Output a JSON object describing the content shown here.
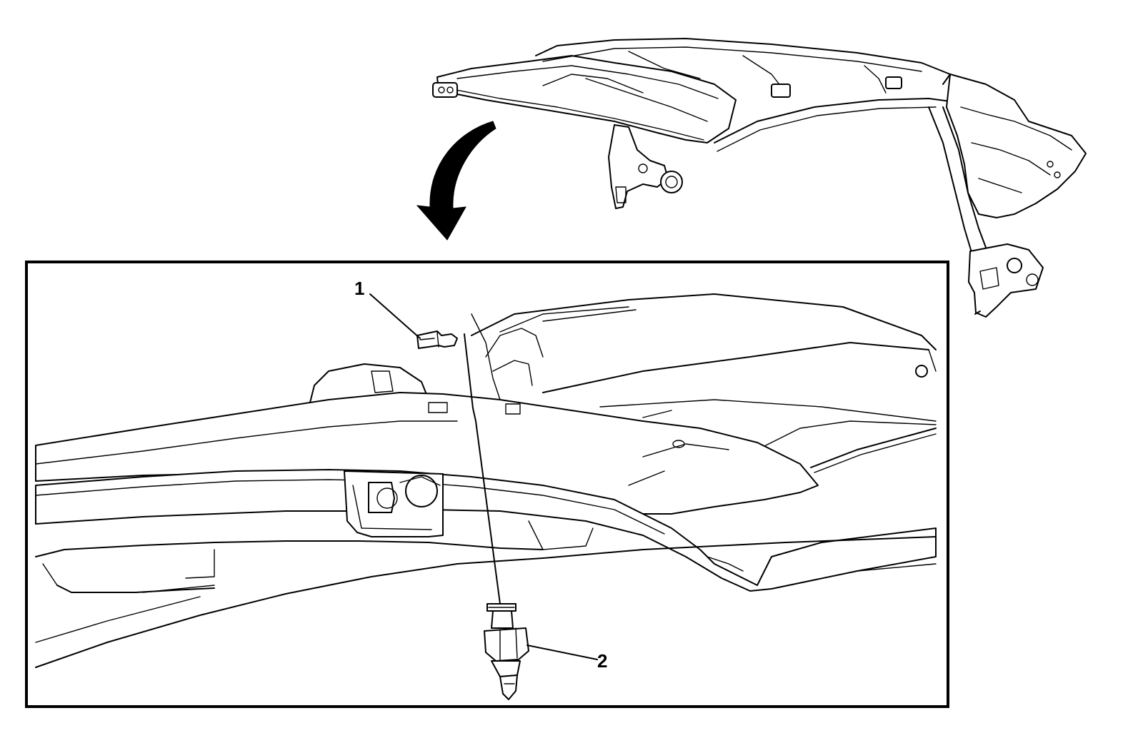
{
  "diagram": {
    "callouts": [
      {
        "id": "1",
        "label": "1",
        "part": "fastener-pin"
      },
      {
        "id": "2",
        "label": "2",
        "part": "push-retainer-clip"
      }
    ],
    "colors": {
      "ink": "#000000",
      "paper": "#ffffff"
    },
    "icons": {
      "direction_arrow": "curved-down-arrow-icon"
    }
  }
}
